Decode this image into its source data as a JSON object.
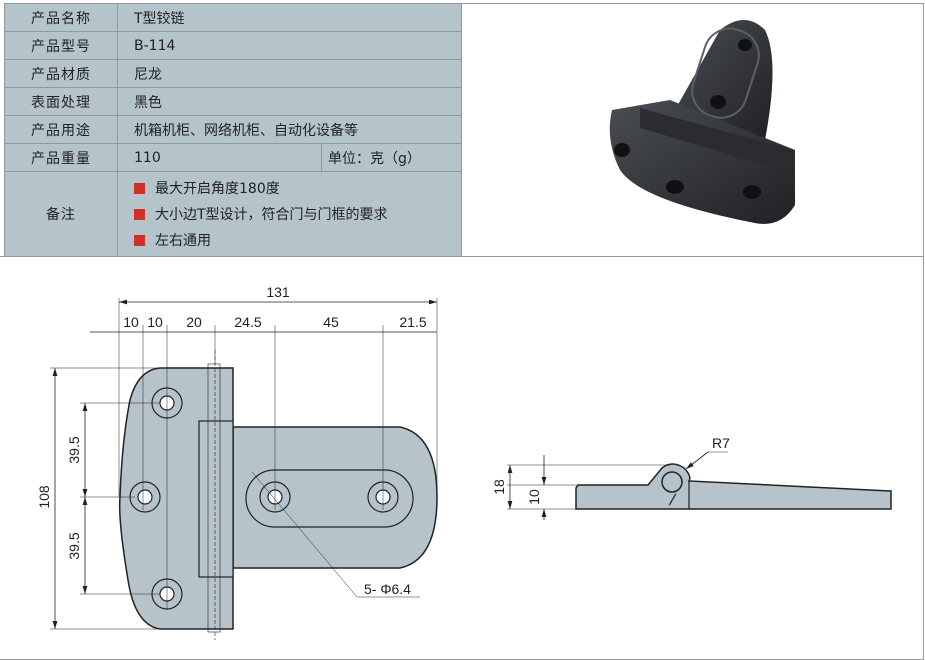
{
  "spec": {
    "rows": [
      {
        "label": "产品名称",
        "value": "T型铰链"
      },
      {
        "label": "产品型号",
        "value": "B-114"
      },
      {
        "label": "产品材质",
        "value": "尼龙"
      },
      {
        "label": "表面处理",
        "value": "黑色"
      },
      {
        "label": "产品用途",
        "value": "机箱机柜、网络机柜、自动化设备等"
      },
      {
        "label": "产品重量",
        "value": "110",
        "unit": "单位：克（g）"
      }
    ],
    "notes_label": "备注",
    "notes": [
      "最大开启角度180度",
      "大小边T型设计，符合门与门框的要求",
      "左右通用"
    ]
  },
  "drawing": {
    "overall_width": "131",
    "top_dims": [
      "10",
      "10",
      "20",
      "24.5",
      "45",
      "21.5"
    ],
    "height": "108",
    "pitch_upper": "39.5",
    "pitch_lower": "39.5",
    "hole_callout": "5- Φ6.4",
    "side_height": "18",
    "side_thickness": "10",
    "radius": "R7"
  },
  "colors": {
    "table_bg": "#b5c3cb",
    "part_fill": "#b6c3cb",
    "bullet": "#d0302a"
  }
}
